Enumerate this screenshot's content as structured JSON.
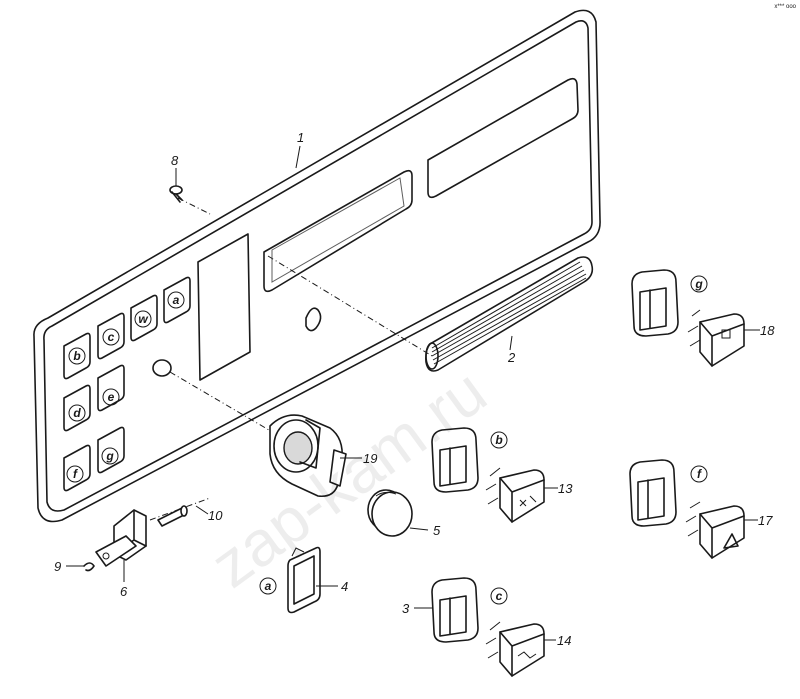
{
  "callouts": {
    "c1": "1",
    "c2": "2",
    "c3": "3",
    "c4": "4",
    "c5": "5",
    "c6": "6",
    "c8": "8",
    "c9": "9",
    "c10": "10",
    "c13": "13",
    "c14": "14",
    "c17": "17",
    "c18": "18",
    "c19": "19"
  },
  "panel_letters": {
    "a": "a",
    "w": "w",
    "c": "c",
    "b": "b",
    "e": "e",
    "d": "d",
    "g": "g",
    "f": "f"
  },
  "part_letters": {
    "g": "g",
    "b": "b",
    "f": "f",
    "c": "c",
    "a": "a"
  },
  "watermark": "zap-kam.ru",
  "corner_ref": "x*** ooo"
}
